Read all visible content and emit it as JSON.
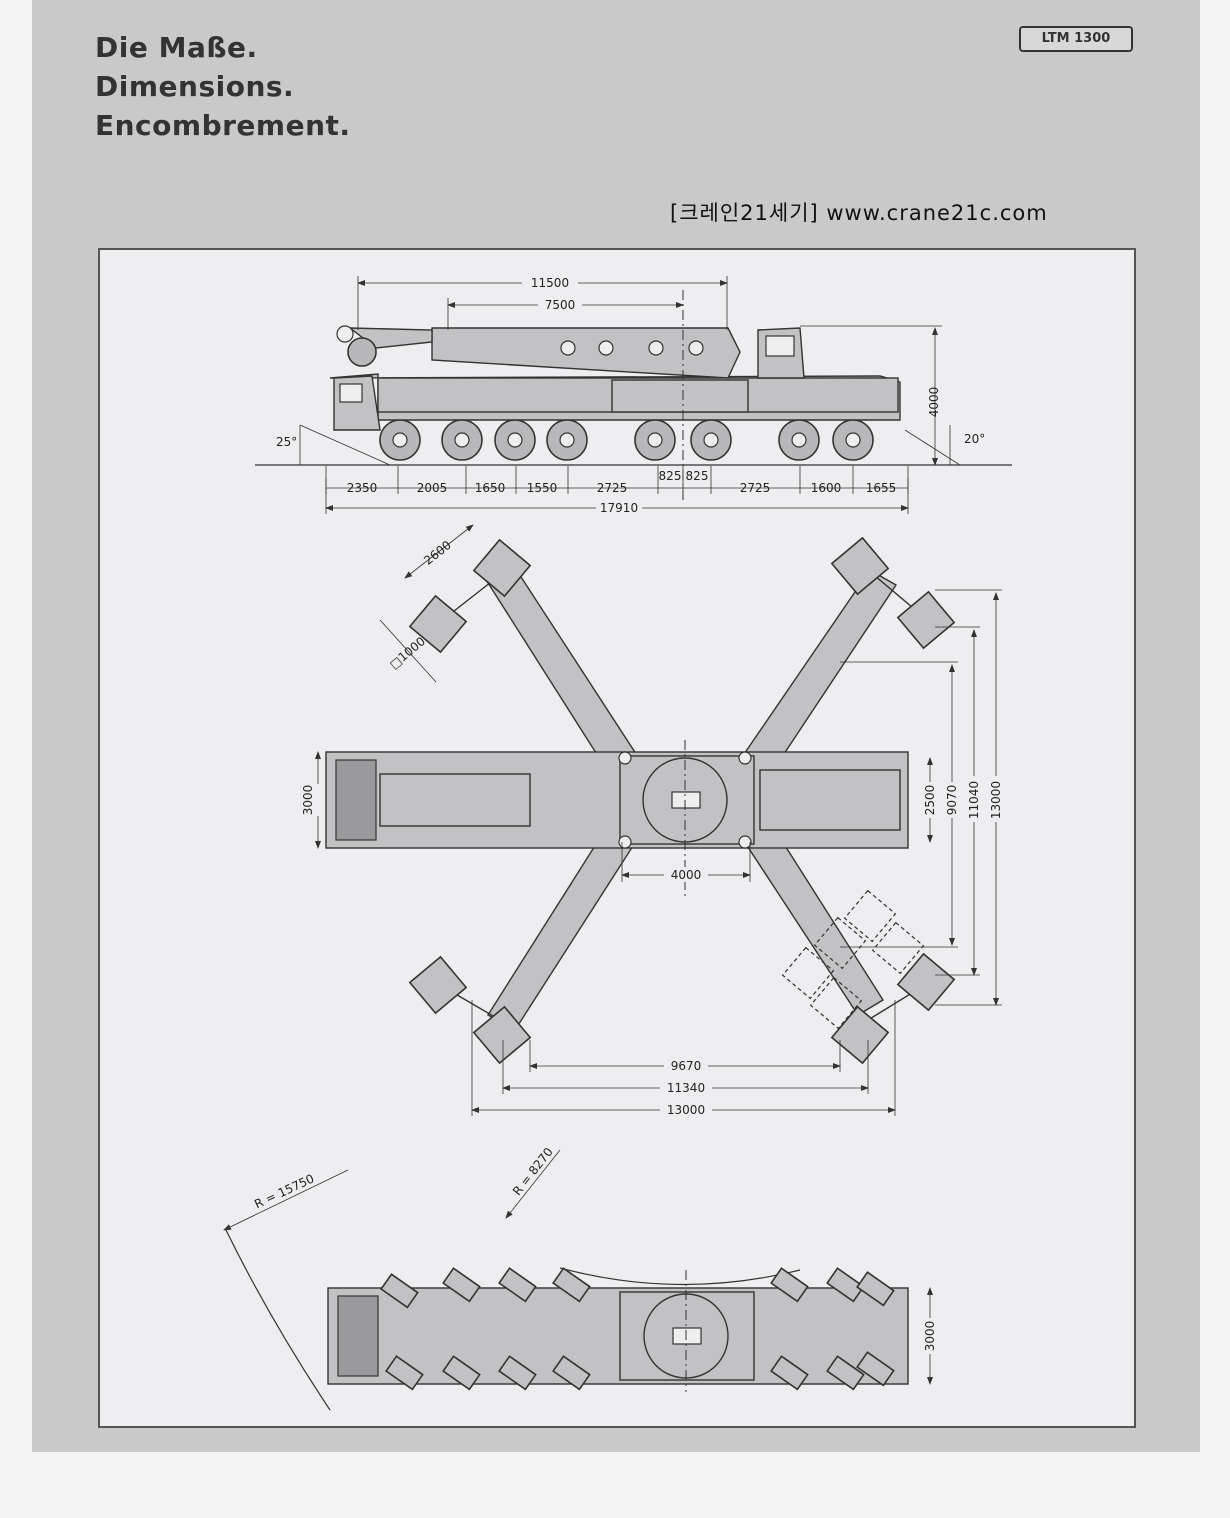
{
  "heading": {
    "line1": "Die Maße.",
    "line2": "Dimensions.",
    "line3": "Encombrement."
  },
  "model_badge": "LTM 1300",
  "watermark": "[크레인21세기] www.crane21c.com",
  "side_view": {
    "boom_dim_outer": "11500",
    "boom_dim_inner": "7500",
    "height": "4000",
    "approach_angle": "25°",
    "departure_angle": "20°",
    "axle_spacings": [
      "2350",
      "2005",
      "1650",
      "1550",
      "2725",
      "825",
      "825",
      "2725",
      "1600",
      "1655"
    ],
    "overall_length": "17910"
  },
  "outrigger_view": {
    "beam_length": "2600",
    "pad_size": "□1000",
    "carrier_width": "3000",
    "width_2500": "2500",
    "width_9070": "9070",
    "width_11040": "11040",
    "width_13000_vertical": "13000",
    "center_4000": "4000",
    "base_9670": "9670",
    "base_11340": "11340",
    "base_13000": "13000"
  },
  "swing_view": {
    "radius_outer": "R = 15750",
    "radius_inner": "R = 8270",
    "width": "3000"
  }
}
